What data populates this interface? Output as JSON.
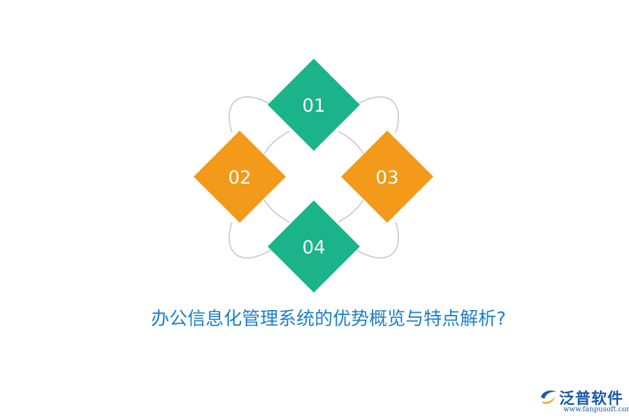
{
  "diagram": {
    "items": [
      {
        "label": "01",
        "color": "#1bb389"
      },
      {
        "label": "02",
        "color": "#f39a1b"
      },
      {
        "label": "03",
        "color": "#f39a1b"
      },
      {
        "label": "04",
        "color": "#1bb389"
      }
    ],
    "ring_color": "#c8c8c8"
  },
  "title": "办公信息化管理系统的优势概览与特点解析?",
  "logo": {
    "name": "泛普软件",
    "url": "www.fanpusoft.com",
    "brand_color": "#1a5aa6",
    "accent_color": "#f39a1b"
  }
}
